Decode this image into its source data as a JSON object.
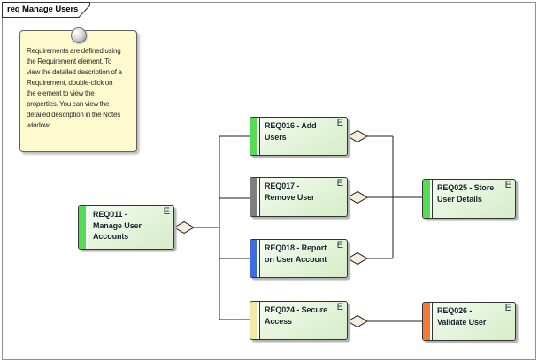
{
  "frame": {
    "label": "req Manage Users"
  },
  "note": {
    "text": "Requirements are defined using\nthe Requirement element.  To\nview the detailed description of a\nRequirement, double-click on\nthe element to view the\nproperties. You can view the\ndetailed description in the Notes\nwindow.",
    "fill": "#fdfacd"
  },
  "elements": [
    {
      "id": "REQ011",
      "label": "REQ011 -\nManage User\nAccounts",
      "badge": "E",
      "stripe_color": "#55dd55"
    },
    {
      "id": "REQ016",
      "label": "REQ016 - Add\nUsers",
      "badge": "E",
      "stripe_color": "#55dd55"
    },
    {
      "id": "REQ017",
      "label": "REQ017 -\nRemove User",
      "badge": "E",
      "stripe_color": "#7f7f7f"
    },
    {
      "id": "REQ018",
      "label": "REQ018 - Report\non User Account",
      "badge": "E",
      "stripe_color": "#3d6be0"
    },
    {
      "id": "REQ024",
      "label": "REQ024 - Secure\nAccess",
      "badge": "E",
      "stripe_color": "#f2e9a6"
    },
    {
      "id": "REQ025",
      "label": "REQ025 - Store\nUser Details",
      "badge": "E",
      "stripe_color": "#55dd55"
    },
    {
      "id": "REQ026",
      "label": "REQ026 -\nValidate User",
      "badge": "E",
      "stripe_color": "#f4793b"
    }
  ],
  "connectors": {
    "style": "aggregation",
    "line_color": "#1c1c1c",
    "diamond_fill": "#f6eedc",
    "links": [
      {
        "from": "REQ011",
        "to": [
          "REQ016",
          "REQ017",
          "REQ018",
          "REQ024"
        ]
      },
      {
        "from": "REQ016",
        "to": [
          "REQ025"
        ]
      },
      {
        "from": "REQ017",
        "to": [
          "REQ025"
        ]
      },
      {
        "from": "REQ018",
        "to": [
          "REQ025"
        ]
      },
      {
        "from": "REQ024",
        "to": [
          "REQ026"
        ]
      }
    ]
  },
  "colors": {
    "canvas": "#ffffff",
    "element_fill_top": "#f8fdf4",
    "element_fill_bottom": "#d5edc8",
    "element_border": "#343434",
    "frame_border": "#8f8f8f",
    "note_border": "#62625a"
  }
}
